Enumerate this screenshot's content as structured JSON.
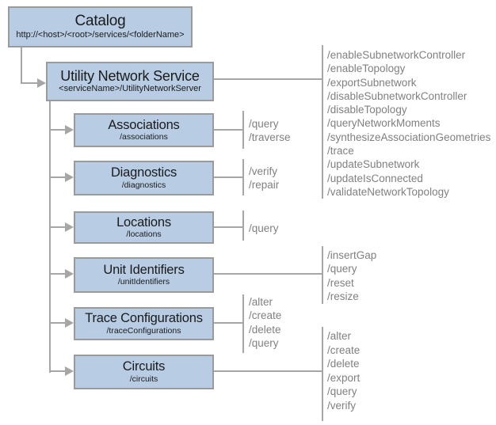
{
  "catalog": {
    "title": "Catalog",
    "subtitle": "http://<host>/<root>/services/<folderName>"
  },
  "service": {
    "title": "Utility Network Service",
    "subtitle": "<serviceName>/UtilityNetworkServer",
    "operations": [
      "/enableSubnetworkController",
      "/enableTopology",
      "/exportSubnetwork",
      "/disableSubnetworkController",
      "/disableTopology",
      "/queryNetworkMoments",
      "/synthesizeAssociationGeometries",
      "/trace",
      "/updateSubnetwork",
      "/updateIsConnected",
      "/validateNetworkTopology"
    ]
  },
  "children": [
    {
      "title": "Associations",
      "subtitle": "/associations",
      "operations": [
        "/query",
        "/traverse"
      ]
    },
    {
      "title": "Diagnostics",
      "subtitle": "/diagnostics",
      "operations": [
        "/verify",
        "/repair"
      ]
    },
    {
      "title": "Locations",
      "subtitle": "/locations",
      "operations": [
        "/query"
      ]
    },
    {
      "title": "Unit Identifiers",
      "subtitle": "/unitIdentifiers",
      "operations": [
        "/insertGap",
        "/query",
        "/reset",
        "/resize"
      ]
    },
    {
      "title": "Trace Configurations",
      "subtitle": "/traceConfigurations",
      "operations": [
        "/alter",
        "/create",
        "/delete",
        "/query"
      ]
    },
    {
      "title": "Circuits",
      "subtitle": "/circuits",
      "operations": [
        "/alter",
        "/create",
        "/delete",
        "/export",
        "/query",
        "/verify"
      ]
    }
  ],
  "colors": {
    "box_fill": "#b8cce4",
    "box_border": "#9a9a9a",
    "line": "#a6a6a6",
    "op_text": "#808080",
    "title_text": "#1b1b1b"
  }
}
